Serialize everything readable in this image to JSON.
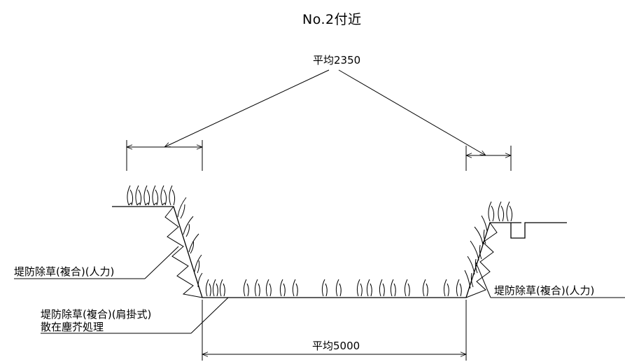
{
  "title": "No.2付近",
  "dimensions": {
    "top_width": "平均2350",
    "bottom_width": "平均5000"
  },
  "labels": {
    "left_slope": "堤防除草(複合)(人力)",
    "right_slope": "堤防除草(複合)(人力)",
    "bottom_line1": "堤防除草(複合)(肩掛式)",
    "bottom_line2": "散在塵芥処理"
  },
  "colors": {
    "line": "#000000",
    "background": "#ffffff"
  }
}
